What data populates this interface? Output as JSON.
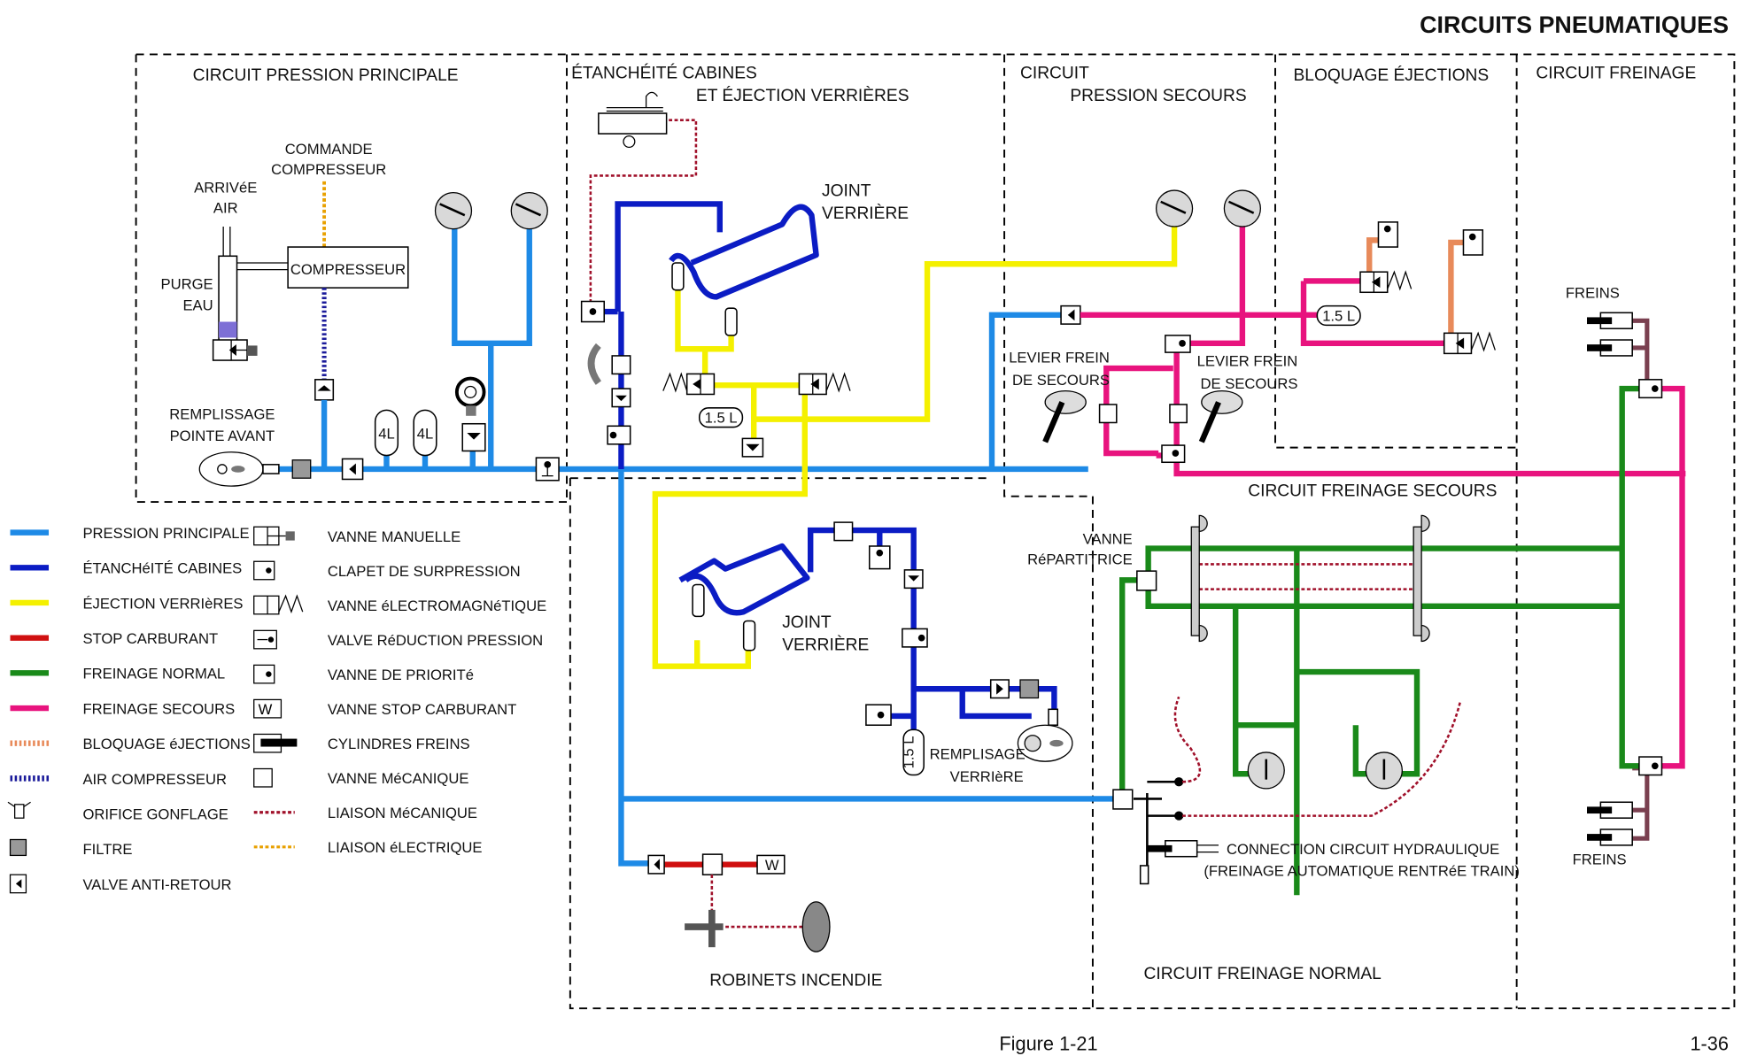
{
  "title": "CIRCUITS PNEUMATIQUES",
  "sections": {
    "pression_principale": "CIRCUIT PRESSION PRINCIPALE",
    "etancheite_1": "ÉTANCHÉITÉ CABINES",
    "etancheite_2": "ET ÉJECTION VERRIÈRES",
    "secours_1": "CIRCUIT",
    "secours_2": "PRESSION SECOURS",
    "bloquage": "BLOQUAGE ÉJECTIONS",
    "freinage": "CIRCUIT FREINAGE",
    "freinage_secours": "CIRCUIT FREINAGE SECOURS",
    "freinage_normal": "CIRCUIT FREINAGE NORMAL",
    "robinets": "ROBINETS INCENDIE"
  },
  "labels": {
    "commande_1": "COMMANDE",
    "commande_2": "COMPRESSEUR",
    "arrivee_1": "ARRIVéE",
    "arrivee_2": "AIR",
    "compresseur": "COMPRESSEUR",
    "purge_1": "PURGE",
    "purge_2": "EAU",
    "remplissage_1": "REMPLISSAGE",
    "remplissage_2": "POINTE AVANT",
    "tank_4l": "4L",
    "joint_1": "JOINT",
    "joint_2": "VERRIÈRE",
    "tank_15l": "1.5 L",
    "levier_1": "LEVIER FREIN",
    "levier_2": "DE SECOURS",
    "freins": "FREINS",
    "vanne_rep_1": "VANNE",
    "vanne_rep_2": "RéPARTITRICE",
    "remp_verriere_1": "REMPLISAGE",
    "remp_verriere_2": "VERRIèRE",
    "connection_1": "CONNECTION CIRCUIT HYDRAULIQUE",
    "connection_2": "(FREINAGE AUTOMATIQUE RENTRéE TRAIN)"
  },
  "legend": {
    "lines": [
      {
        "label": "PRESSION PRINCIPALE",
        "color": "#1e8ae6",
        "style": "solid"
      },
      {
        "label": "ÉTANCHéITÉ CABINES",
        "color": "#0b1cc4",
        "style": "solid"
      },
      {
        "label": "ÉJECTION VERRIèRES",
        "color": "#f4f000",
        "style": "solid"
      },
      {
        "label": "STOP CARBURANT",
        "color": "#d01010",
        "style": "solid"
      },
      {
        "label": "FREINAGE NORMAL",
        "color": "#1a8a1a",
        "style": "solid"
      },
      {
        "label": "FREINAGE SECOURS",
        "color": "#e8137e",
        "style": "solid"
      },
      {
        "label": "BLOQUAGE éJECTIONS",
        "color": "#e88a5a",
        "style": "hatched"
      },
      {
        "label": "AIR COMPRESSEUR",
        "color": "#1a1a9a",
        "style": "striped"
      },
      {
        "label": "ORIFICE GONFLAGE",
        "icon": "inflation-port-icon"
      },
      {
        "label": "FILTRE",
        "icon": "filter-icon"
      },
      {
        "label": "VALVE ANTI-RETOUR",
        "icon": "check-valve-icon"
      }
    ],
    "symbols": [
      {
        "label": "VANNE MANUELLE",
        "icon": "manual-valve-icon"
      },
      {
        "label": "CLAPET DE SURPRESSION",
        "icon": "relief-valve-icon"
      },
      {
        "label": "VANNE éLECTROMAGNéTIQUE",
        "icon": "solenoid-valve-icon"
      },
      {
        "label": "VALVE RéDUCTION PRESSION",
        "icon": "pressure-reducer-icon"
      },
      {
        "label": "VANNE DE PRIORITé",
        "icon": "priority-valve-icon"
      },
      {
        "label": "VANNE STOP CARBURANT",
        "icon": "fuel-stop-valve-icon"
      },
      {
        "label": "CYLINDRES FREINS",
        "icon": "brake-cylinder-icon"
      },
      {
        "label": "VANNE MéCANIQUE",
        "icon": "mechanical-valve-icon"
      },
      {
        "label": "LIAISON MéCANIQUE",
        "color": "#a0102a",
        "style": "dashed"
      },
      {
        "label": "LIAISON éLECTRIQUE",
        "color": "#e8a000",
        "style": "dashed"
      }
    ]
  },
  "footer": {
    "figure": "Figure 1-21",
    "page": "1-36"
  }
}
